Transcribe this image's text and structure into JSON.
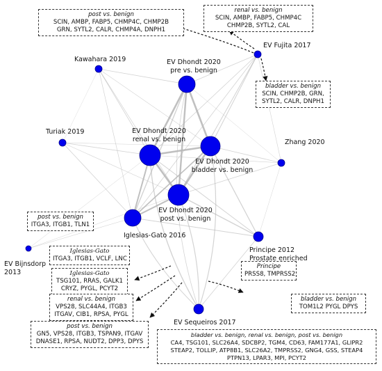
{
  "nodes": [
    {
      "id": "kawahara",
      "lines": [
        "Kawahara 2019"
      ]
    },
    {
      "id": "fujita",
      "lines": [
        "EV Fujita 2017"
      ]
    },
    {
      "id": "pre",
      "lines": [
        "EV Dhondt 2020",
        "pre vs. benign"
      ]
    },
    {
      "id": "turiak",
      "lines": [
        "Turiak 2019"
      ]
    },
    {
      "id": "renal",
      "lines": [
        "EV Dhondt 2020",
        "renal vs. benign"
      ]
    },
    {
      "id": "bladder",
      "lines": [
        "EV Dhondt 2020",
        "bladder vs. benign"
      ]
    },
    {
      "id": "zhang",
      "lines": [
        "Zhang 2020"
      ]
    },
    {
      "id": "post",
      "lines": [
        "EV Dhondt 2020",
        "post vs. benign"
      ]
    },
    {
      "id": "iglesias",
      "lines": [
        "Iglesias-Gato 2016"
      ]
    },
    {
      "id": "principe",
      "lines": [
        "Principe 2012",
        "Prostate enriched"
      ]
    },
    {
      "id": "bijnsdorp",
      "lines": [
        "EV Bijnsdorp",
        "2013"
      ]
    },
    {
      "id": "sequeiros",
      "lines": [
        "EV Sequeiros 2017"
      ]
    }
  ],
  "boxes": [
    {
      "id": "post-top",
      "header": "post vs. benign",
      "lines": [
        "SCIN, AMBP, FABP5, CHMP4C, CHMP2B",
        "GRN, SYTL2, CALR, CHMP4A, DNPH1"
      ]
    },
    {
      "id": "renal-top",
      "header": "renal vs. benign",
      "lines": [
        "SCIN, AMBP, FABP5, CHMP4C",
        "CHMP2B, SYTL2, CAL"
      ]
    },
    {
      "id": "bladder-right",
      "header": "bladder vs. benign",
      "lines": [
        "SCIN, CHMP2B, GRN,",
        "SYTL2, CALR, DNPH1"
      ]
    },
    {
      "id": "post-left",
      "header": "post vs. benign",
      "lines": [
        "ITGA3, ITGB1, TLN1"
      ]
    },
    {
      "id": "iglesias-1",
      "header": "Iglesias-Gato",
      "lines": [
        "ITGA3, ITGB1, VCLF, LNC"
      ]
    },
    {
      "id": "iglesias-2",
      "header": "Iglesias-Gato",
      "lines": [
        "TSG101, RRAS, GALK1",
        "CRYZ, PYGL, PCYT2"
      ]
    },
    {
      "id": "principe-box",
      "header": "Principe",
      "lines": [
        "PRSS8, TMPRSS2"
      ]
    },
    {
      "id": "renal-mid",
      "header": "renal vs. benign",
      "lines": [
        "VPS28, SLC44A4, ITGB3",
        "ITGAV, CIB1, RPSA, PYGL"
      ]
    },
    {
      "id": "bladder-mid",
      "header": "bladder vs. benign",
      "lines": [
        "TOM1L2 PYGL    DPYS"
      ]
    },
    {
      "id": "post-bottom",
      "header": "post vs. benign",
      "lines": [
        "GN5, VPS28, ITGB3, TSPAN9, ITGAV",
        "DNASE1, RPSA, NUDT2, DPP3, DPYS"
      ]
    },
    {
      "id": "all-bottom",
      "header": "bladder vs. benign, renal vs. benign, post vs. benign",
      "lines": [
        "CA4, TSG101, SLC26A4, SDCBP2, TGM4, CD63, FAM177A1, GLIPR2",
        "STEAP2, TOLLIP, ATP8B1, SLC26A2, TMPRSS2, GNG4, GSS, STEAP4",
        "PTPN13, LPAR3, MPI, PCYT2"
      ]
    }
  ],
  "colors": {
    "node": "#0000ee",
    "node_stroke": "#00008b",
    "edge": "#b5b5b5",
    "arrow": "#111111"
  }
}
